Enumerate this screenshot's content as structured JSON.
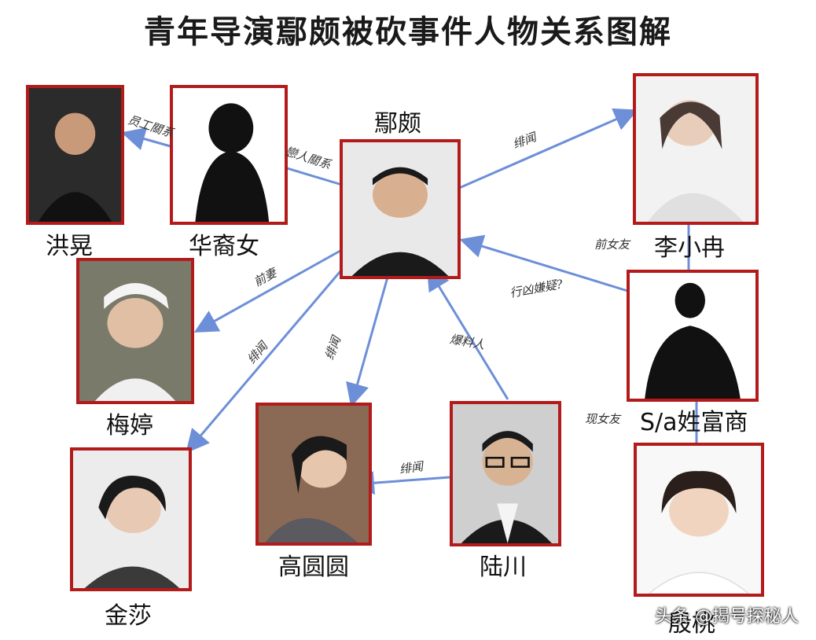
{
  "title": "青年导演鄢颇被砍事件人物关系图解",
  "colors": {
    "border": "#b31b1b",
    "arrow": "#6d8fd8"
  },
  "people": {
    "yanpo": "鄢颇",
    "hongkuang": "洪晃",
    "huayinv": "华裔女",
    "lixiaoran": "李小冉",
    "meiting": "梅婷",
    "sfushang": "S/a姓富商",
    "jinsha": "金莎",
    "gaoyuanyuan": "高圆圆",
    "luchuan": "陆川",
    "yintao": "殷桃"
  },
  "relations": {
    "yuangong": "员工關系",
    "lianren": "戀人關系",
    "feiwen_li": "绯闻",
    "qianqi": "前妻",
    "feiwen_jin": "绯闻",
    "feiwen_gao": "绯闻",
    "baoliaoren": "爆料人",
    "xiongxian": "行凶嫌疑?",
    "qiannvyou": "前女友",
    "feiwen_lu": "绯闻",
    "xiannvyou": "现女友"
  },
  "watermark": "头条 @揭号探秘人"
}
